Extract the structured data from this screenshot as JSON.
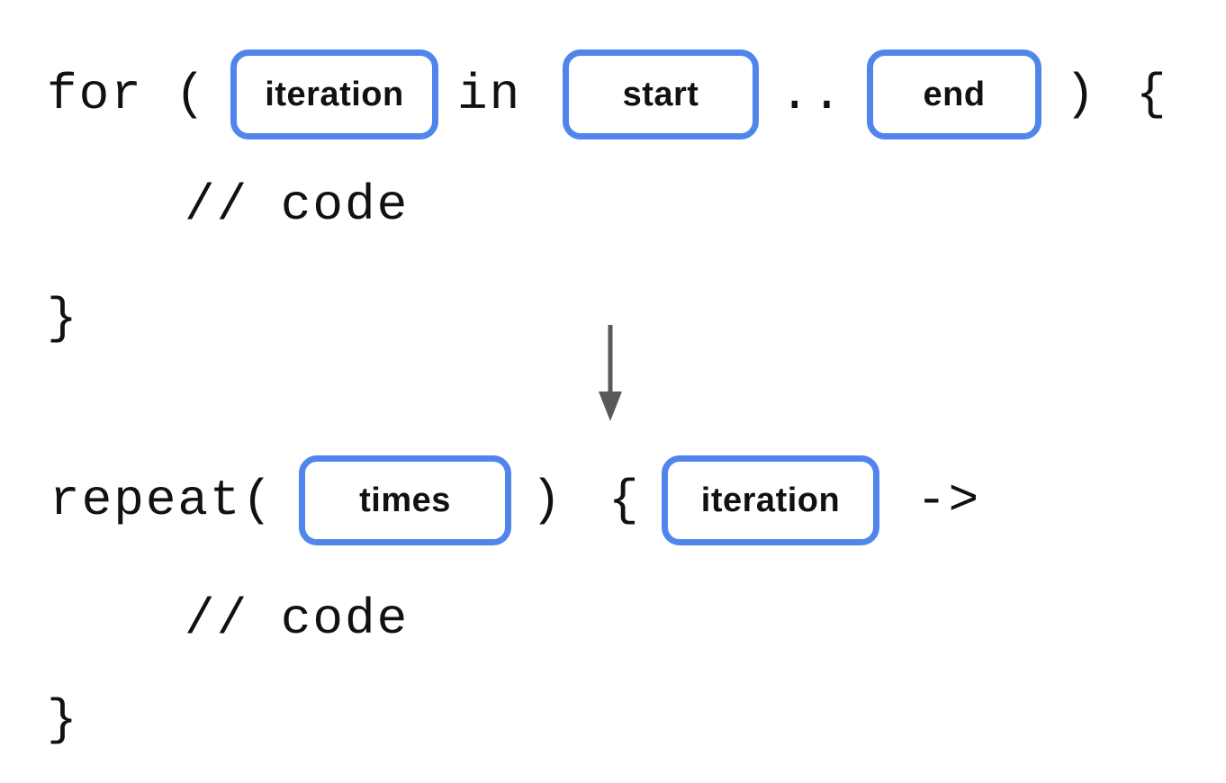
{
  "colors": {
    "chip_border": "#5086EC",
    "arrow": "#58595B",
    "code_text": "#111111",
    "background": "#FFFFFF"
  },
  "top_snippet": {
    "keyword_open": "for (",
    "chips": {
      "iteration": "iteration",
      "start": "start",
      "end": "end"
    },
    "in_keyword": "in",
    "range_operator": "..",
    "close_paren": ")",
    "open_brace": "{",
    "comment": "// code",
    "close_brace": "}"
  },
  "transform_arrow": {
    "icon": "down-arrow-icon"
  },
  "bottom_snippet": {
    "keyword_open": "repeat(",
    "chips": {
      "times": "times",
      "iteration": "iteration"
    },
    "close_paren": ")",
    "open_brace": "{",
    "lambda_arrow": "->",
    "comment": "// code",
    "close_brace": "}"
  }
}
